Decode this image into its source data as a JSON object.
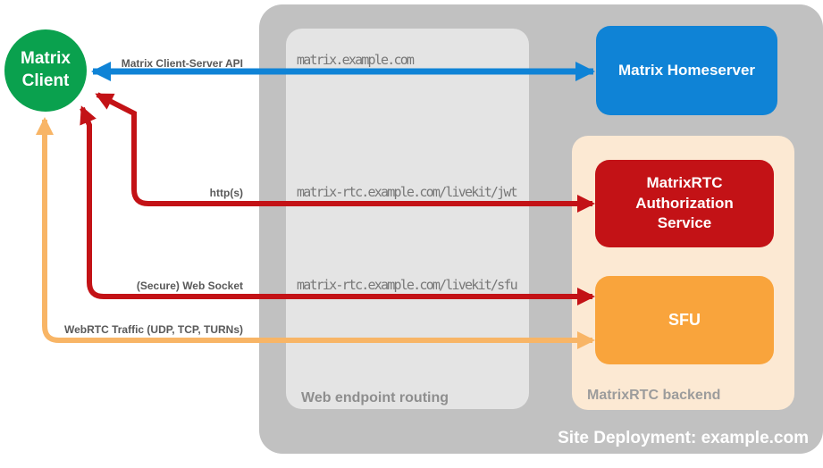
{
  "diagram": {
    "title": "Site Deployment: example.com"
  },
  "client": {
    "lines": [
      "Matrix",
      "Client"
    ]
  },
  "containers": {
    "site": {
      "label": "Site Deployment: example.com"
    },
    "routing": {
      "label": "Web endpoint routing"
    },
    "backend": {
      "label": "MatrixRTC backend"
    }
  },
  "nodes": {
    "homeserver": {
      "label": "Matrix Homeserver"
    },
    "auth": {
      "lines": [
        "MatrixRTC",
        "Authorization",
        "Service"
      ]
    },
    "sfu": {
      "label": "SFU"
    }
  },
  "edges": [
    {
      "name": "matrix-client-server-api",
      "label": "Matrix Client-Server API",
      "route": "matrix.example.com",
      "color": "#0f83d6"
    },
    {
      "name": "https",
      "label": "http(s)",
      "route": "matrix-rtc.example.com/livekit/jwt",
      "color": "#c31216"
    },
    {
      "name": "secure-web-socket",
      "label": "(Secure) Web Socket",
      "route": "matrix-rtc.example.com/livekit/sfu",
      "color": "#c31216"
    },
    {
      "name": "webrtc-traffic",
      "label": "WebRTC Traffic (UDP, TCP, TURNs)",
      "route": "",
      "color": "#f8b566"
    }
  ],
  "colors": {
    "client_green": "#0aa14e",
    "homeserver_blue": "#0f83d6",
    "auth_red": "#c31216",
    "sfu_orange": "#f9a43c",
    "webrtc_orange": "#f8b566",
    "outer_gray": "#c1c1c1",
    "routing_gray": "#e4e4e4",
    "backend_peach": "#fce9d3"
  }
}
